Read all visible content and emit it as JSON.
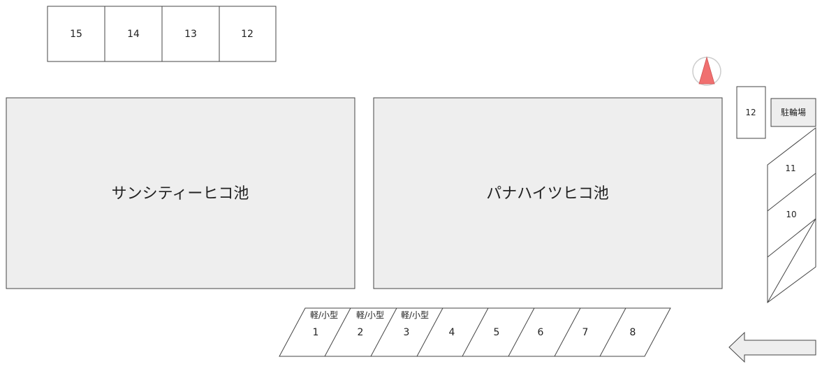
{
  "colors": {
    "building_fill": "#eeeeee",
    "outline": "#444444",
    "compass_needle": "#f07070",
    "arrow_fill": "#eeeeee"
  },
  "icons": {
    "compass": "north-compass-icon",
    "arrow": "left-arrow-icon"
  },
  "top_row": {
    "spots": [
      "15",
      "14",
      "13",
      "12"
    ]
  },
  "buildings": {
    "left": {
      "label": "サンシティーヒコ池"
    },
    "right": {
      "label": "パナハイツヒコ池"
    }
  },
  "right_side": {
    "spot_12": "12",
    "bike_parking": "駐輪場",
    "spot_11": "11",
    "spot_10": "10"
  },
  "bottom_row": {
    "spots": [
      "1",
      "2",
      "3",
      "4",
      "5",
      "6",
      "7",
      "8"
    ],
    "kei_label": "軽/小型"
  },
  "entrance_arrow": {
    "direction": "left"
  }
}
